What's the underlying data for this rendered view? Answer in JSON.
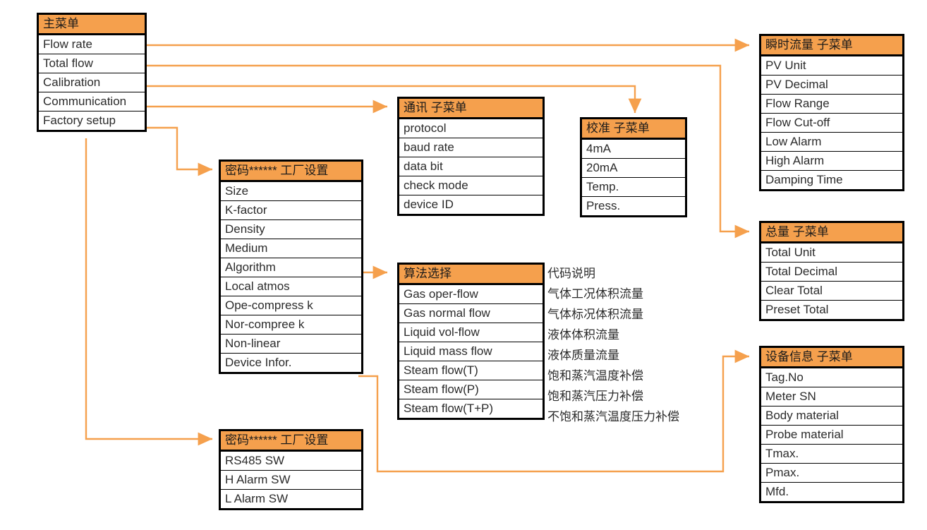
{
  "diagram": {
    "title_color": "#F5A04D",
    "line_color": "#F5A04D",
    "border_color": "#000000"
  },
  "main_menu": {
    "header": "主菜单",
    "items": [
      {
        "label": "Flow rate"
      },
      {
        "label": "Total flow"
      },
      {
        "label": "Calibration"
      },
      {
        "label": "Communication"
      },
      {
        "label": "Factory setup"
      }
    ]
  },
  "flow_submenu": {
    "header": "瞬时流量 子菜单",
    "items": [
      {
        "label": "PV Unit"
      },
      {
        "label": "PV Decimal"
      },
      {
        "label": "Flow Range"
      },
      {
        "label": "Flow Cut-off"
      },
      {
        "label": "Low Alarm"
      },
      {
        "label": "High Alarm"
      },
      {
        "label": "Damping Time"
      }
    ]
  },
  "total_submenu": {
    "header": "总量 子菜单",
    "items": [
      {
        "label": "Total Unit"
      },
      {
        "label": "Total Decimal"
      },
      {
        "label": "Clear Total"
      },
      {
        "label": "Preset Total"
      }
    ]
  },
  "device_submenu": {
    "header": "设备信息 子菜单",
    "items": [
      {
        "label": "Tag.No"
      },
      {
        "label": "Meter SN"
      },
      {
        "label": "Body material"
      },
      {
        "label": "Probe material"
      },
      {
        "label": "Tmax."
      },
      {
        "label": "Pmax."
      },
      {
        "label": "Mfd."
      }
    ]
  },
  "communication_submenu": {
    "header": "通讯 子菜单",
    "items": [
      {
        "label": "protocol"
      },
      {
        "label": "baud rate"
      },
      {
        "label": "data bit"
      },
      {
        "label": "check mode"
      },
      {
        "label": "device ID"
      }
    ]
  },
  "calibration_submenu": {
    "header": "校准 子菜单",
    "items": [
      {
        "label": "4mA"
      },
      {
        "label": "20mA"
      },
      {
        "label": "Temp."
      },
      {
        "label": "Press."
      }
    ]
  },
  "factory_setup_top": {
    "header": "密码****** 工厂设置",
    "items": [
      {
        "label": "Size"
      },
      {
        "label": "K-factor"
      },
      {
        "label": "Density"
      },
      {
        "label": "Medium"
      },
      {
        "label": "Algorithm"
      },
      {
        "label": "Local atmos"
      },
      {
        "label": "Ope-compress k"
      },
      {
        "label": "Nor-compree k"
      },
      {
        "label": "Non-linear"
      },
      {
        "label": "Device Infor."
      }
    ]
  },
  "factory_setup_bottom": {
    "header": "密码****** 工厂设置",
    "items": [
      {
        "label": "RS485 SW"
      },
      {
        "label": "H Alarm SW"
      },
      {
        "label": "L Alarm SW"
      }
    ]
  },
  "algorithm_menu": {
    "header": "算法选择",
    "items": [
      {
        "label": "Gas oper-flow"
      },
      {
        "label": "Gas normal flow"
      },
      {
        "label": "Liquid vol-flow"
      },
      {
        "label": "Liquid mass flow"
      },
      {
        "label": "Steam flow(T)"
      },
      {
        "label": "Steam flow(P)"
      },
      {
        "label": "Steam flow(T+P)"
      }
    ]
  },
  "algorithm_legend": {
    "title": "代码说明",
    "lines": [
      {
        "text": "气体工况体积流量"
      },
      {
        "text": "气体标况体积流量"
      },
      {
        "text": "液体体积流量"
      },
      {
        "text": "液体质量流量"
      },
      {
        "text": "饱和蒸汽温度补偿"
      },
      {
        "text": "饱和蒸汽压力补偿"
      },
      {
        "text": "不饱和蒸汽温度压力补偿"
      }
    ]
  }
}
